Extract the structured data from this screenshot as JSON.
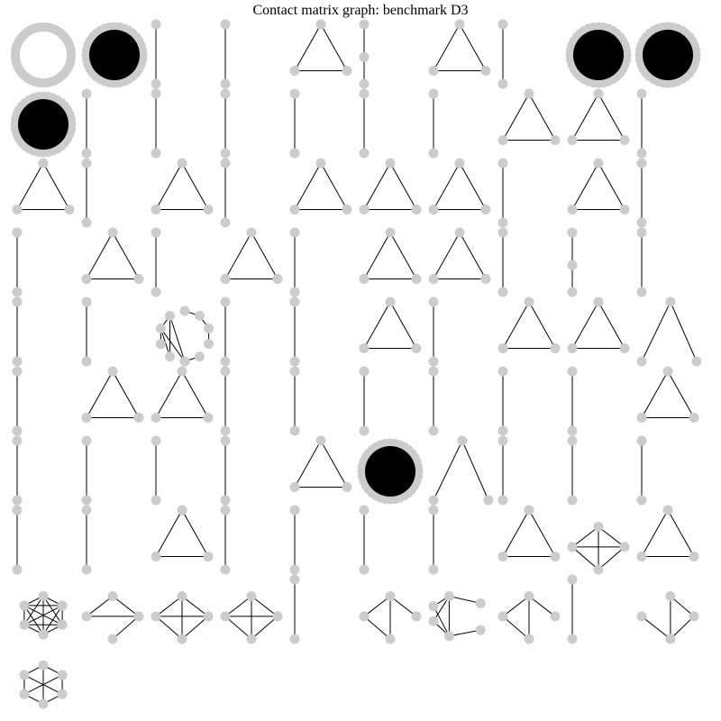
{
  "title": "Contact matrix graph: benchmark D3",
  "colors": {
    "node": "#cccccc",
    "edge": "#000000",
    "background": "#ffffff"
  },
  "diagram": {
    "rows": [
      [
        "ring",
        "dense",
        "line",
        "line",
        "tri",
        "line3",
        "tri",
        "line",
        "dense",
        "dense"
      ],
      [
        "dense",
        "line",
        "line",
        "line",
        "line",
        "line",
        "line",
        "tri",
        "tri",
        "line"
      ],
      [
        "tri",
        "line",
        "tri",
        "line",
        "tri",
        "tri",
        "tri",
        "line",
        "tri",
        "line"
      ],
      [
        "line",
        "tri",
        "line",
        "tri",
        "line",
        "tri",
        "tri",
        "line",
        "line3",
        "line"
      ],
      [
        "line",
        "line",
        "sparse",
        "line",
        "line",
        "tri",
        "line",
        "tri",
        "tri",
        "vee"
      ],
      [
        "line",
        "tri",
        "tri",
        "line",
        "line",
        "line",
        "line",
        "line",
        "line",
        "tri"
      ],
      [
        "line",
        "line",
        "line",
        "line",
        "tri",
        "dense",
        "vee",
        "line",
        "line",
        "line"
      ],
      [
        "line",
        "line",
        "tri",
        "line",
        "line",
        "line",
        "line",
        "tri",
        "diamond",
        "tri"
      ],
      [
        "k6",
        "kite",
        "diamond",
        "diamond",
        "line",
        "fork",
        "bip",
        "fork",
        "line",
        "fork2"
      ],
      [
        "k6b"
      ]
    ]
  }
}
